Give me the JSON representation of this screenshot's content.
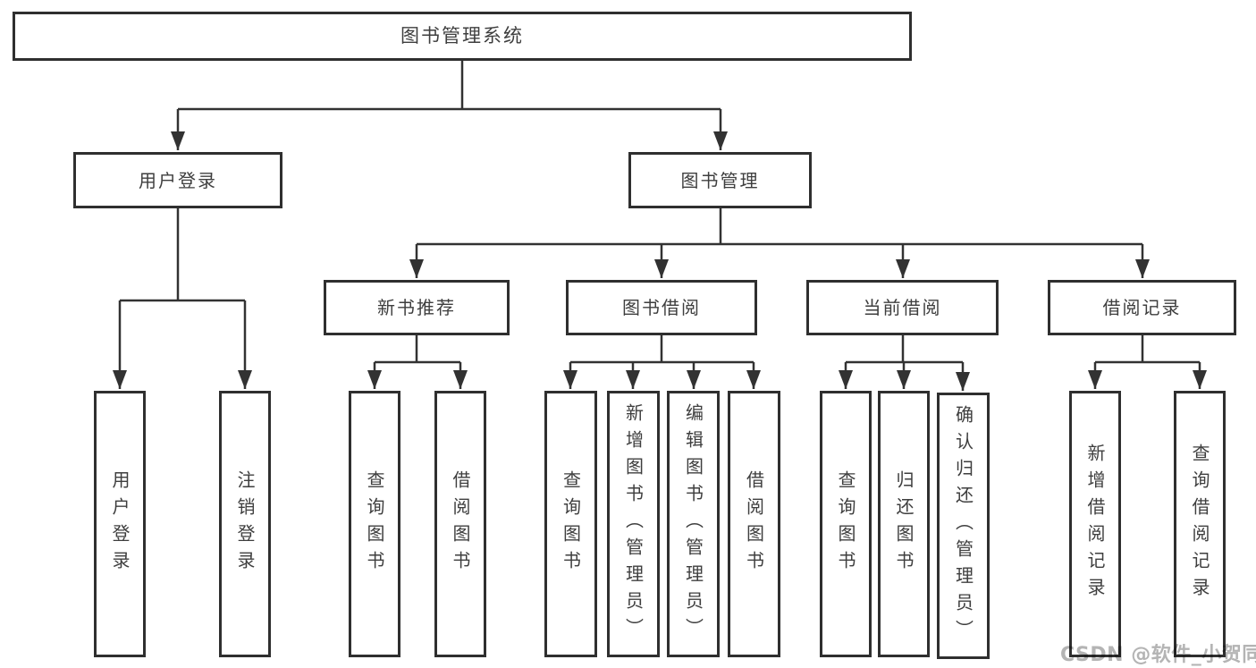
{
  "nodes": {
    "root": "图书管理系统",
    "level2": [
      "用户登录",
      "图书管理"
    ],
    "level3": [
      "新书推荐",
      "图书借阅",
      "当前借阅",
      "借阅记录"
    ],
    "user_login_children": [
      "用户登录",
      "注销登录"
    ],
    "new_book_children": [
      "查询图书",
      "借阅图书"
    ],
    "book_borrow_children": [
      "查询图书",
      "新增图书（管理员）",
      "编辑图书（管理员）",
      "借阅图书"
    ],
    "current_borrow_children": [
      "查询图书",
      "归还图书",
      "确认归还（管理员）"
    ],
    "borrow_record_children": [
      "新增借阅记录",
      "查询借阅记录"
    ]
  },
  "watermark": "CSDN @软件_小贺同学",
  "colors": {
    "line": "#323232",
    "box-border": "#2f2f2f",
    "box-fill": "#ffffff",
    "text": "#3e3e3e",
    "watermark": "#b4b4b4",
    "background": "#ffffff"
  }
}
